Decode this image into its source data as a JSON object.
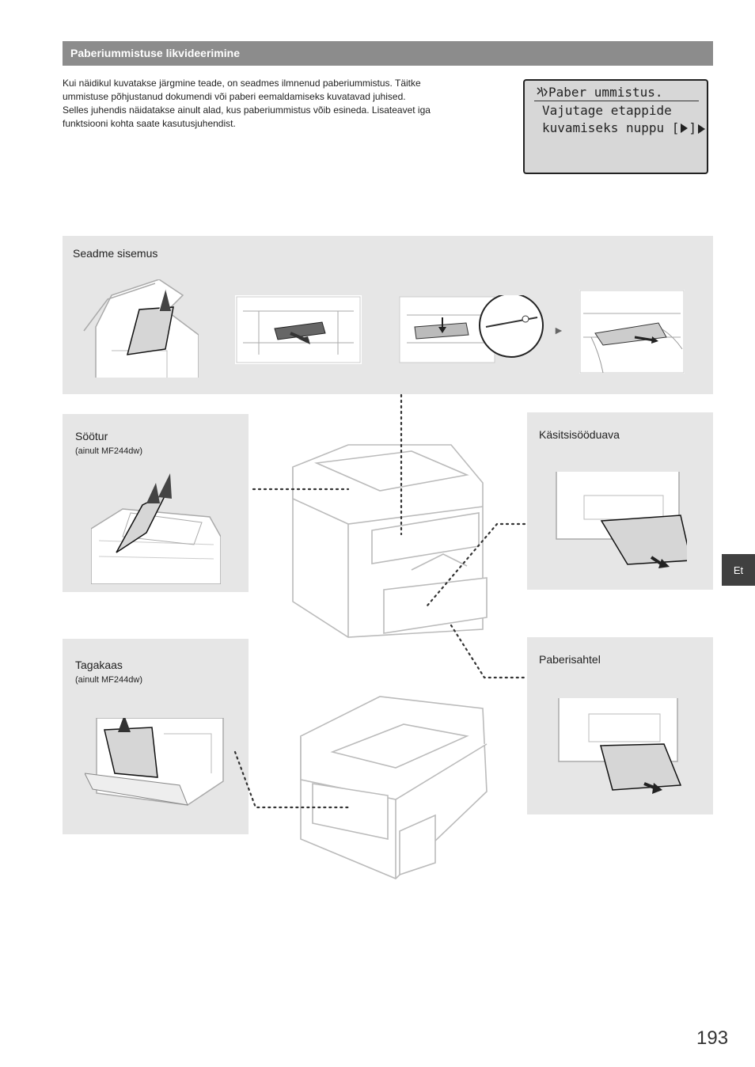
{
  "section": {
    "title": "Paberiummistuse likvideerimine"
  },
  "intro_lines": [
    "Kui näidikul kuvatakse järgmine teade, on seadmes ilmnenud paberiummistus. Täitke",
    "ummistuse põhjustanud dokumendi või paberi eemaldamiseks kuvatavad juhised.",
    "Selles juhendis näidatakse ainult alad, kus paberiummistus võib esineda. Lisateavet iga",
    "funktsiooni kohta saate kasutusjuhendist."
  ],
  "lcd": {
    "line1": "Paber ummistus.",
    "line2": "Vajutage etappide",
    "line3": "kuvamiseks nuppu [",
    "line3_end": "]",
    "icon": "paper-jam-icon"
  },
  "panels": {
    "inside": {
      "title": "Seadme sisemus"
    },
    "feeder": {
      "title": "Söötur",
      "note": "(ainult MF244dw)"
    },
    "manual": {
      "title": "Käsitsisööduava"
    },
    "rear": {
      "title": "Tagakaas",
      "note": "(ainult MF244dw)"
    },
    "tray": {
      "title": "Paberisahtel"
    }
  },
  "side_tab": "Et",
  "page_number": "193",
  "colors": {
    "header": "#8c8c8c",
    "panel": "#e6e6e6",
    "tab": "#404040",
    "lcd": "#d7d7d7"
  }
}
